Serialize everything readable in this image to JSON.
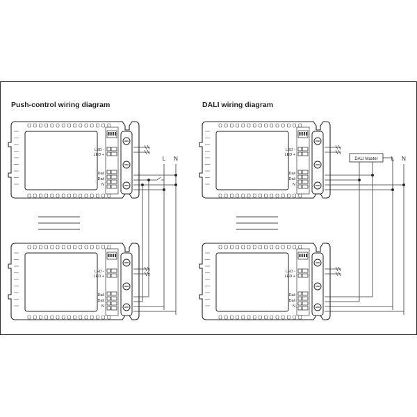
{
  "diagrams": {
    "push_control": {
      "title": "Push-control wiring diagram"
    },
    "dali": {
      "title": "DALI wiring diagram",
      "master_label": "DALI Master"
    }
  },
  "terminal_labels": {
    "led_minus": "LED -",
    "led_plus": "LED +",
    "dali": "Dali",
    "n": "N"
  },
  "mains": {
    "L": "L",
    "N": "N"
  }
}
